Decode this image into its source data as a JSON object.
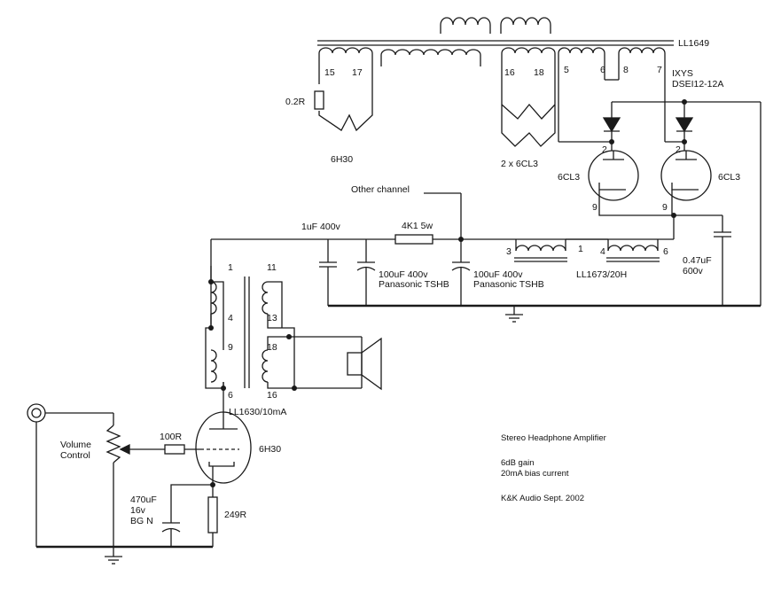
{
  "labels": {
    "lbl_ll1649": "LL1649",
    "lbl_p15": "15",
    "lbl_p17": "17",
    "lbl_p16": "16",
    "lbl_p18": "18",
    "lbl_p5": "5",
    "lbl_p6": "6",
    "lbl_p8": "8",
    "lbl_p7": "7",
    "lbl_02r": "0.2R",
    "lbl_6h30_top": "6H30",
    "lbl_2x6cl3": "2 x 6CL3",
    "lbl_ixys": "IXYS",
    "lbl_dsei": "DSEI12-12A",
    "lbl_v1_a": "2",
    "lbl_v2_a": "2",
    "lbl_6cl3_l": "6CL3",
    "lbl_6cl3_r": "6CL3",
    "lbl_v1_k": "9",
    "lbl_v2_k": "9",
    "lbl_other": "Other channel",
    "lbl_4k1": "4K1 5w",
    "lbl_1uf": "1uF 400v",
    "lbl_c100a_1": "100uF 400v",
    "lbl_c100a_2": "Panasonic TSHB",
    "lbl_c100b_1": "100uF 400v",
    "lbl_c100b_2": "Panasonic TSHB",
    "lbl_ch3": "3",
    "lbl_ch1": "1",
    "lbl_ch4": "4",
    "lbl_ch6": "6",
    "lbl_ll1673": "LL1673/20H",
    "lbl_047a": "0.47uF",
    "lbl_047b": "600v",
    "lbl_o1": "1",
    "lbl_o4": "4",
    "lbl_o9": "9",
    "lbl_o6": "6",
    "lbl_o11": "11",
    "lbl_o13": "13",
    "lbl_o18": "18",
    "lbl_o16": "16",
    "lbl_ll1630": "LL1630/10mA",
    "lbl_vol1": "Volume",
    "lbl_vol2": "Control",
    "lbl_100r": "100R",
    "lbl_6h30_bot": "6H30",
    "lbl_470_1": "470uF",
    "lbl_470_2": "16v",
    "lbl_470_3": "BG N",
    "lbl_249r": "249R",
    "lbl_title": "Stereo Headphone Amplifier",
    "lbl_gain": "6dB gain",
    "lbl_bias": "20mA bias current",
    "lbl_credit": "K&K Audio  Sept. 2002"
  }
}
